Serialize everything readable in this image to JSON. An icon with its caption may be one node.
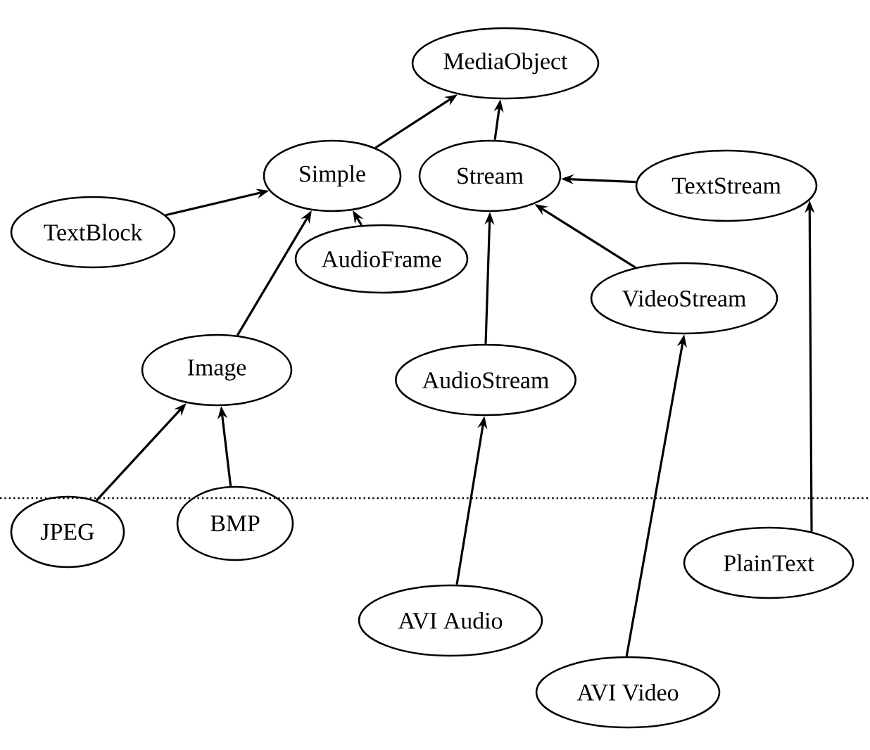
{
  "diagram": {
    "nodes": [
      {
        "text": [
          "MediaObject"
        ]
      },
      {
        "text": [
          "Simple"
        ]
      },
      {
        "text": [
          "Stream"
        ]
      },
      {
        "text": [
          "TextStream"
        ]
      },
      {
        "text": [
          "TextBlock"
        ]
      },
      {
        "text": [
          "AudioFrame"
        ]
      },
      {
        "text": [
          "VideoStream"
        ]
      },
      {
        "text": [
          "Image"
        ]
      },
      {
        "text": [
          "AudioStream"
        ]
      },
      {
        "text": [
          "JPEG"
        ]
      },
      {
        "text": [
          "BMP"
        ]
      },
      {
        "text": [
          "PlainText"
        ]
      },
      {
        "text": [
          "AVI Audio"
        ]
      },
      {
        "text": [
          "AVI Video"
        ]
      }
    ],
    "edges": [
      {
        "from": 1,
        "to": 0,
        "arrow": "to"
      },
      {
        "from": 2,
        "to": 0,
        "arrow": "to"
      },
      {
        "from": 3,
        "to": 2,
        "arrow": "to"
      },
      {
        "from": 4,
        "to": 1,
        "arrow": "to"
      },
      {
        "from": 5,
        "to": 1,
        "arrow": "to"
      },
      {
        "from": 7,
        "to": 1,
        "arrow": "to"
      },
      {
        "from": 6,
        "to": 2,
        "arrow": "to"
      },
      {
        "from": 8,
        "to": 2,
        "arrow": "to"
      },
      {
        "from": 9,
        "to": 7,
        "arrow": "to"
      },
      {
        "from": 10,
        "to": 7,
        "arrow": "to"
      },
      {
        "from": 12,
        "to": 8,
        "arrow": "to"
      },
      {
        "from": 13,
        "to": 6,
        "arrow": "to"
      },
      {
        "from": 11,
        "to": 3,
        "arrow": "to"
      }
    ]
  }
}
